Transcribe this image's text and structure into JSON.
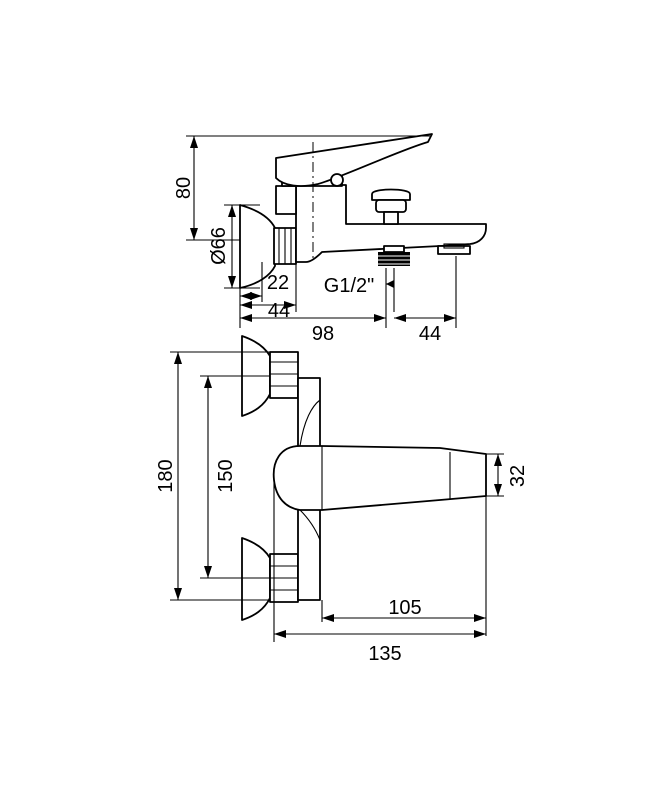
{
  "dimensions": {
    "height_80": "80",
    "diameter_66": "Ø66",
    "offset_22": "22",
    "offset_44": "44",
    "thread": "G1/2\"",
    "length_98": "98",
    "spout_44": "44",
    "height_180": "180",
    "centers_150": "150",
    "spout_32": "32",
    "projection_105": "105",
    "projection_135": "135"
  },
  "colors": {
    "line": "#000000",
    "background": "#ffffff"
  }
}
